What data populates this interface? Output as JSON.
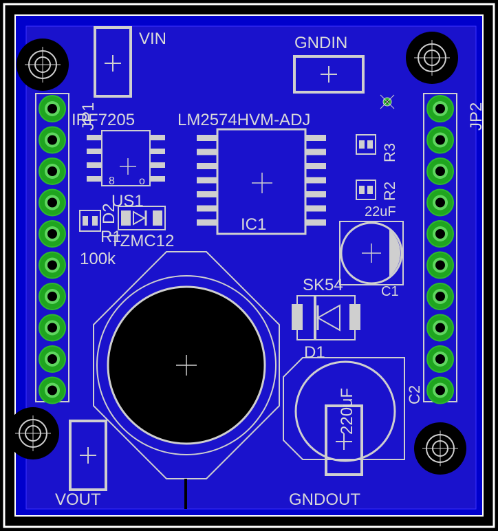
{
  "colors": {
    "background": "#000000",
    "board": "#1a12cc",
    "silkscreen": "#cfcfcf",
    "pad_ring": "#2eb82e",
    "pad_hole": "#000000",
    "outline": "#ffffff"
  },
  "labels": {
    "vin": "VIN",
    "gndin": "GNDIN",
    "vout": "VOUT",
    "gndout": "GNDOUT",
    "jp1": "JP1",
    "jp2": "JP2",
    "irf": "IRF7205",
    "lm": "LM2574HVM-ADJ",
    "ic1": "IC1",
    "us1": "US1",
    "r1": "R1",
    "d2": "D2",
    "tzmc": "TZMC12",
    "r1_value": "100k",
    "r3": "R3",
    "r2": "R2",
    "c1_value": "22uF",
    "c1": "C1",
    "sk54": "SK54",
    "d1": "D1",
    "c2": "C2",
    "c2_value": "220uF",
    "pin8": "8",
    "pin_o": "o"
  },
  "icons": {
    "mounting_hole": "mounting-hole-icon",
    "through_hole_pad": "through-hole-pad-icon",
    "smd_pad": "smd-pad-icon",
    "via": "via-icon"
  }
}
